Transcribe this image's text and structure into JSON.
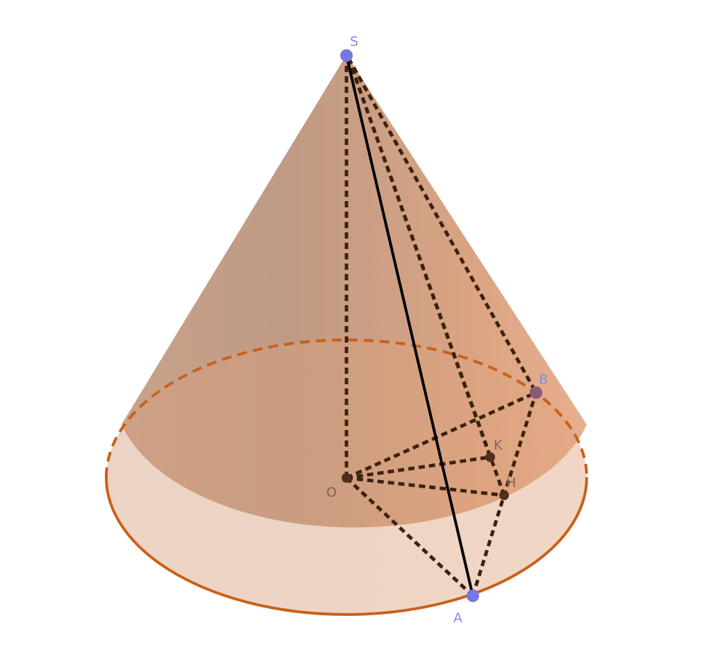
{
  "figure": {
    "background": "#ffffff",
    "colors": {
      "cone_light": "#e3a780",
      "cone_dark": "#b99079",
      "base_fill": "#d9a07c",
      "base_edge": "#c9601a",
      "hidden_edge": "#3d220f",
      "solid_edge": "#000000",
      "free_point": "#7478e6",
      "fixed_point": "#4e2e1c",
      "b_point": "#8a5a7a",
      "free_label": "#8288e4",
      "fixed_label": "#7d6456"
    },
    "points": {
      "S": {
        "label": "S"
      },
      "A": {
        "label": "A"
      },
      "B": {
        "label": "B"
      },
      "O": {
        "label": "O"
      },
      "K": {
        "label": "K"
      },
      "H": {
        "label": "H"
      }
    }
  }
}
